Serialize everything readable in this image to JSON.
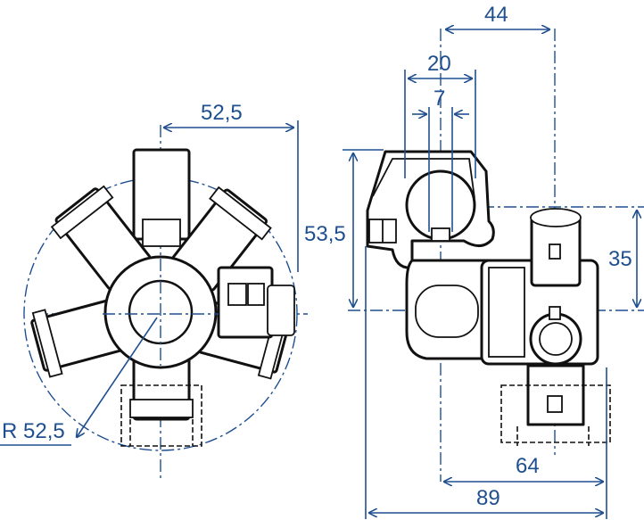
{
  "dimensions": {
    "left_width": "52,5",
    "left_height": "53,5",
    "radius": "R 52,5",
    "top_44": "44",
    "top_20": "20",
    "top_7": "7",
    "right_35": "35",
    "bottom_64": "64",
    "bottom_89": "89"
  },
  "colors": {
    "dimension": "#1f4f8f",
    "outline": "#111111"
  }
}
